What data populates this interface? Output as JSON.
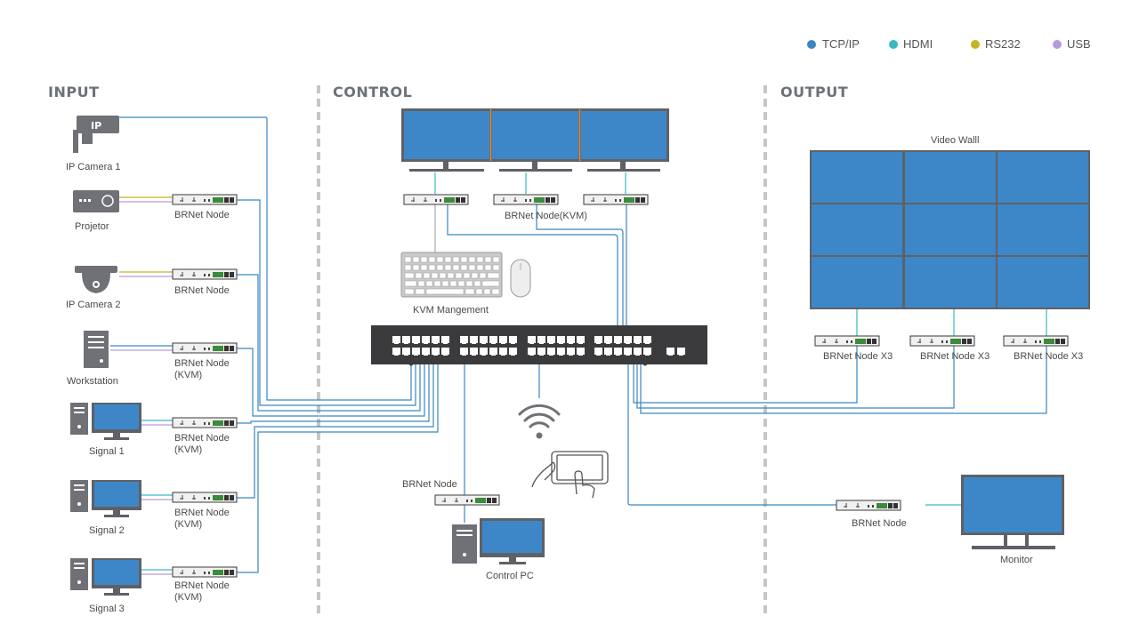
{
  "colors": {
    "tcp": "#3a86c0",
    "hdmi": "#39b9c0",
    "rs232": "#c7b323",
    "usb": "#b69ae0",
    "screen": "#3d87c8",
    "device": "#6f7176"
  },
  "legend": [
    {
      "label": "TCP/IP",
      "color": "#3a86c0"
    },
    {
      "label": "HDMI",
      "color": "#39b9c0"
    },
    {
      "label": "RS232",
      "color": "#c7b323"
    },
    {
      "label": "USB",
      "color": "#b69ae0"
    }
  ],
  "sections": {
    "input": "INPUT",
    "control": "CONTROL",
    "output": "OUTPUT"
  },
  "inputs": {
    "ip_camera_1": "IP Camera 1",
    "ip_camera_badge": "IP",
    "projector": "Projetor",
    "ip_camera_2": "IP Camera 2",
    "workstation": "Workstation",
    "signal_1": "Signal 1",
    "signal_2": "Signal 2",
    "signal_3": "Signal 3"
  },
  "nodes": {
    "brnet_node": "BRNet Node",
    "brnet_node_kvm_line1": "BRNet Node",
    "brnet_node_kvm_line2": "(KVM)",
    "brnet_node_kvm_inline": "BRNet  Node(KVM)",
    "brnet_node_x3": "BRNet  Node X3"
  },
  "control": {
    "kvm_management": "KVM  Mangement",
    "control_pc_node": "BRNet  Node",
    "control_pc": "Control PC"
  },
  "outputs": {
    "video_wall": "Video Walll",
    "monitor_node": "BRNet  Node",
    "monitor": "Monitor"
  }
}
